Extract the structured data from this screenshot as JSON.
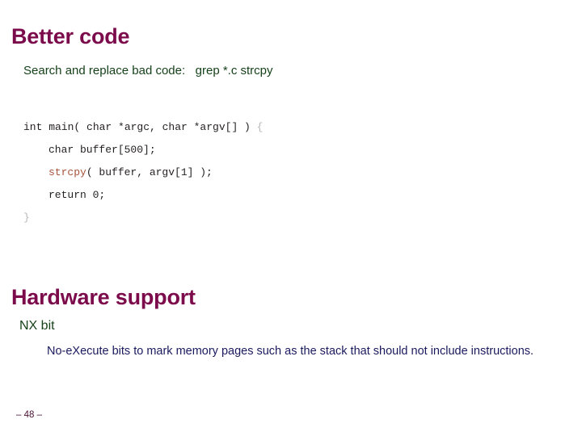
{
  "slide": {
    "title": "Better code",
    "search_replace_line": "Search and replace bad code:   grep *.c strcpy",
    "code": {
      "lines": [
        {
          "indent": false,
          "segments": [
            {
              "text": "int main( char *argc, char *argv[] ) ",
              "style": "plain"
            },
            {
              "text": "{",
              "style": "brace"
            }
          ]
        },
        {
          "indent": true,
          "segments": [
            {
              "text": "char buffer[500];",
              "style": "plain"
            }
          ]
        },
        {
          "indent": true,
          "segments": [
            {
              "text": "strcpy",
              "style": "strcpy"
            },
            {
              "text": "( buffer, argv[1] );",
              "style": "plain"
            }
          ]
        },
        {
          "indent": true,
          "segments": [
            {
              "text": "return 0;",
              "style": "plain"
            }
          ]
        },
        {
          "indent": false,
          "segments": [
            {
              "text": "}",
              "style": "brace"
            }
          ]
        }
      ]
    },
    "section_title": "Hardware support",
    "nx_bit_label": "NX bit",
    "nx_bit_description": "No-eXecute bits to mark memory pages such as the stack that should not include instructions.",
    "footer_page": "– 48 –"
  },
  "colors": {
    "heading": "#7b0b4b",
    "green_text": "#16421a",
    "code_text": "#231f20",
    "code_brace": "#b9b9b9",
    "code_strcpy": "#a8543c",
    "body_text": "#1a1a5e",
    "footer_text": "#4a1233",
    "background": "#ffffff"
  }
}
